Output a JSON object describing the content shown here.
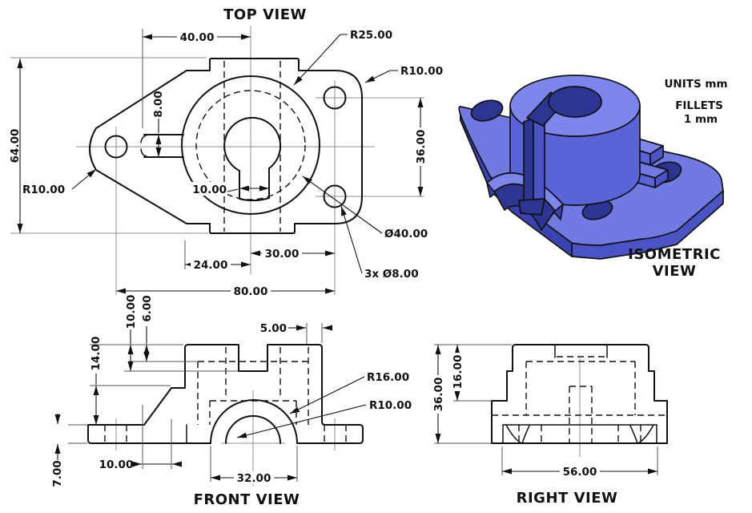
{
  "colors": {
    "outline": "#111111",
    "centerline": "#8c8c8c",
    "extension": "#555555",
    "part_top": "#717ae2",
    "part_side": "#5a64d8",
    "part_dark": "#3a44b0",
    "part_light": "#7d86ec",
    "part_darkest": "#2c3590",
    "part_mid": "#4a54c6"
  },
  "notes": {
    "units": "UNITS mm",
    "fillets_line1": "FILLETS",
    "fillets_line2": "1 mm"
  },
  "views": {
    "top": {
      "title": "TOP VIEW",
      "dims": {
        "width_40": "40.00",
        "radius_boss": "R25.00",
        "radius_corner": "R10.00",
        "height_64": "64.00",
        "radius_tip": "R10.00",
        "notch_8": "8.00",
        "slot_10": "10.00",
        "holes_span_36": "36.00",
        "bore_dia": "Ø40.00",
        "holes_note": "3x Ø8.00",
        "offset_24": "24.00",
        "offset_30": "30.00",
        "width_80": "80.00"
      }
    },
    "front": {
      "title": "FRONT VIEW",
      "dims": {
        "depth_10": "10.00",
        "depth_6": "6.00",
        "height_14": "14.00",
        "wall_5": "5.00",
        "radius_outer": "R16.00",
        "radius_inner": "R10.00",
        "base_7": "7.00",
        "run_10": "10.00",
        "arch_32": "32.00"
      }
    },
    "right": {
      "title": "RIGHT VIEW",
      "dims": {
        "height_36": "36.00",
        "height_16": "16.00",
        "width_56": "56.00"
      }
    },
    "iso": {
      "title_line1": "ISOMETRIC",
      "title_line2": "VIEW"
    }
  }
}
